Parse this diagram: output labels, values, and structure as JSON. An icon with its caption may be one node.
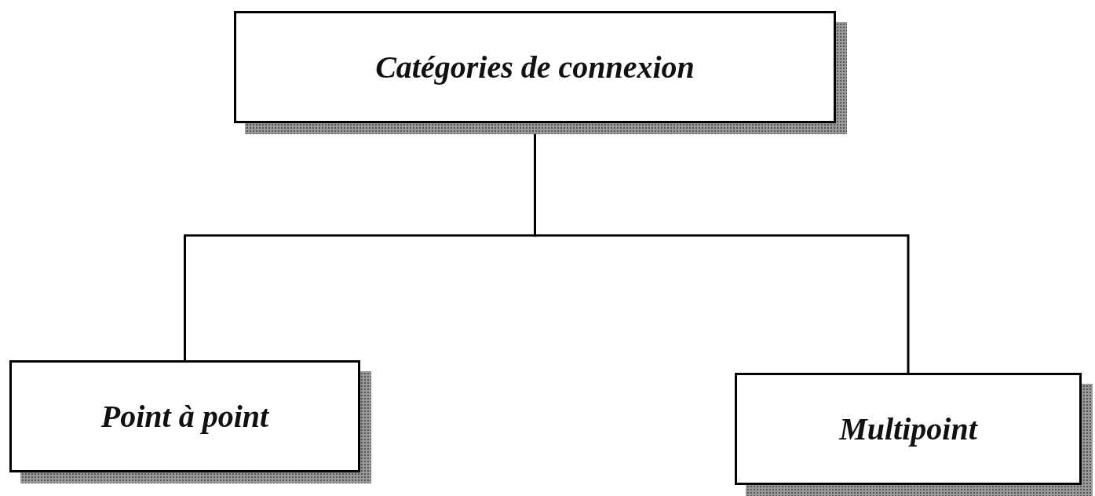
{
  "diagram": {
    "nodes": [
      {
        "text": [
          "Catégories de connexion"
        ]
      },
      {
        "text": [
          "Point à point"
        ]
      },
      {
        "text": [
          "Multipoint"
        ]
      }
    ],
    "edges": [
      {
        "from": 0,
        "to": 1,
        "arrow": "none"
      },
      {
        "from": 0,
        "to": 2,
        "arrow": "none"
      }
    ]
  }
}
